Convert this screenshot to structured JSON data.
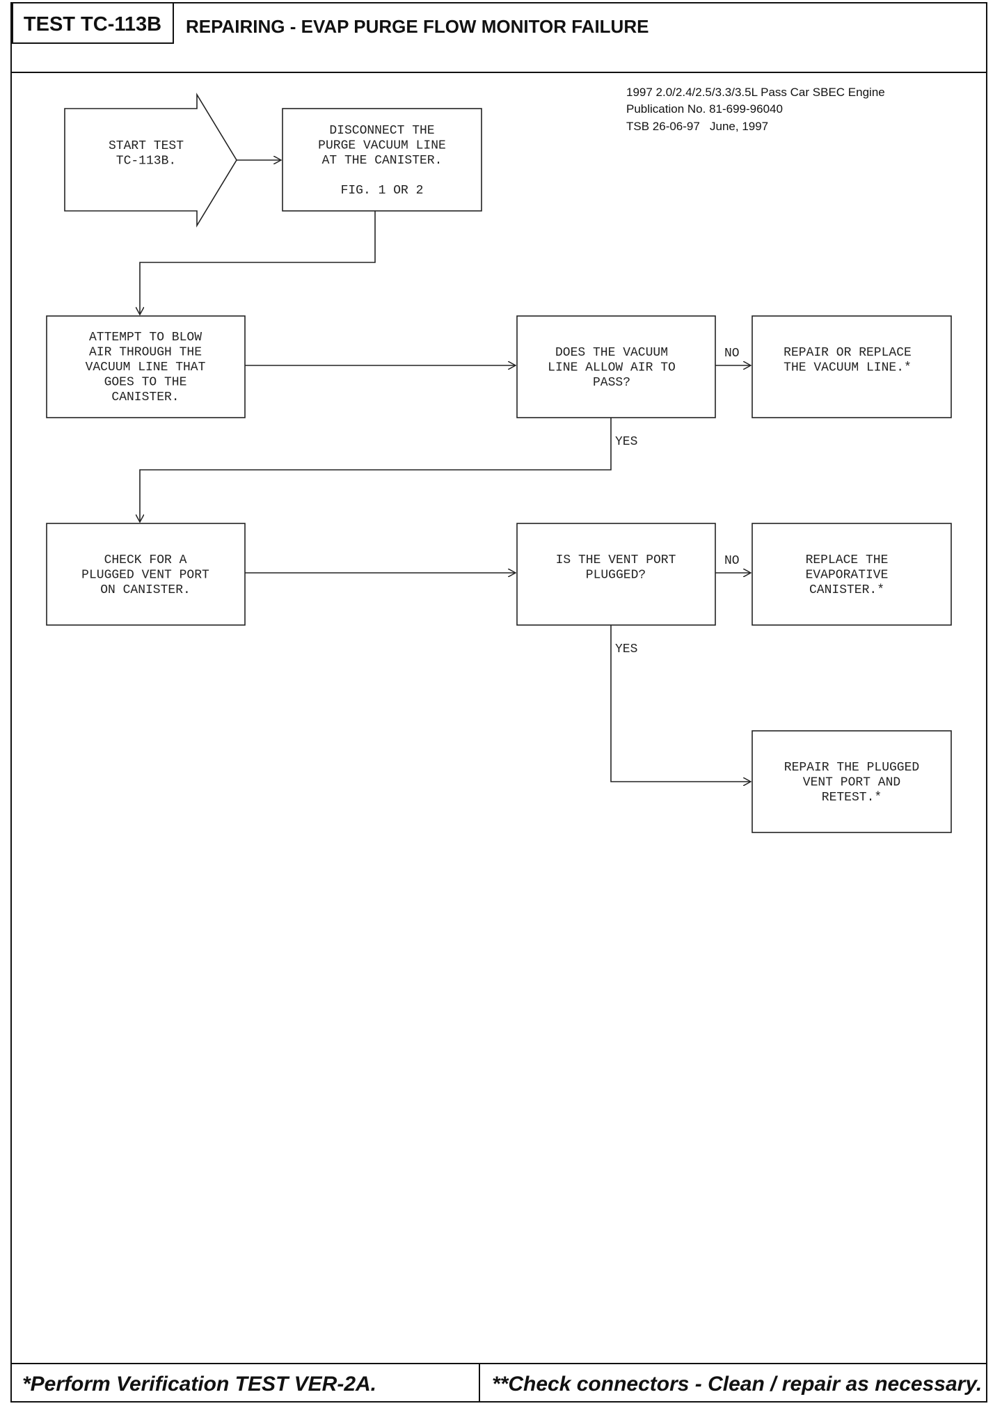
{
  "header": {
    "test_id": "TEST TC-113B",
    "title": "REPAIRING - EVAP PURGE FLOW MONITOR FAILURE"
  },
  "publication": {
    "line1": "1997 2.0/2.4/2.5/3.3/3.5L Pass Car SBEC Engine",
    "line2": "Publication No. 81-699-96040",
    "line3": "TSB 26-06-97   June, 1997"
  },
  "flow": {
    "start": [
      "START TEST",
      "TC-113B."
    ],
    "disconnect": [
      "DISCONNECT THE",
      "PURGE VACUUM LINE",
      "AT THE CANISTER.",
      "",
      "FIG. 1 OR 2"
    ],
    "blow_air": [
      "ATTEMPT TO BLOW",
      "AIR THROUGH THE",
      "VACUUM LINE THAT",
      "GOES TO THE",
      "CANISTER."
    ],
    "vacuum_question": [
      "DOES THE VACUUM",
      "LINE ALLOW AIR TO",
      "PASS?"
    ],
    "replace_vacuum_line": [
      "REPAIR OR REPLACE",
      "THE VACUUM LINE.*"
    ],
    "check_vent": [
      "CHECK FOR A",
      "PLUGGED VENT PORT",
      "ON CANISTER."
    ],
    "vent_question": [
      "IS THE VENT PORT",
      "PLUGGED?"
    ],
    "replace_canister": [
      "REPLACE THE",
      "EVAPORATIVE",
      "CANISTER.*"
    ],
    "repair_vent": [
      "REPAIR THE PLUGGED",
      "VENT PORT AND",
      "RETEST.*"
    ],
    "label_no": "NO",
    "label_yes": "YES"
  },
  "footer": {
    "left": "*Perform Verification TEST VER-2A.",
    "right": "**Check connectors - Clean / repair as necessary."
  }
}
